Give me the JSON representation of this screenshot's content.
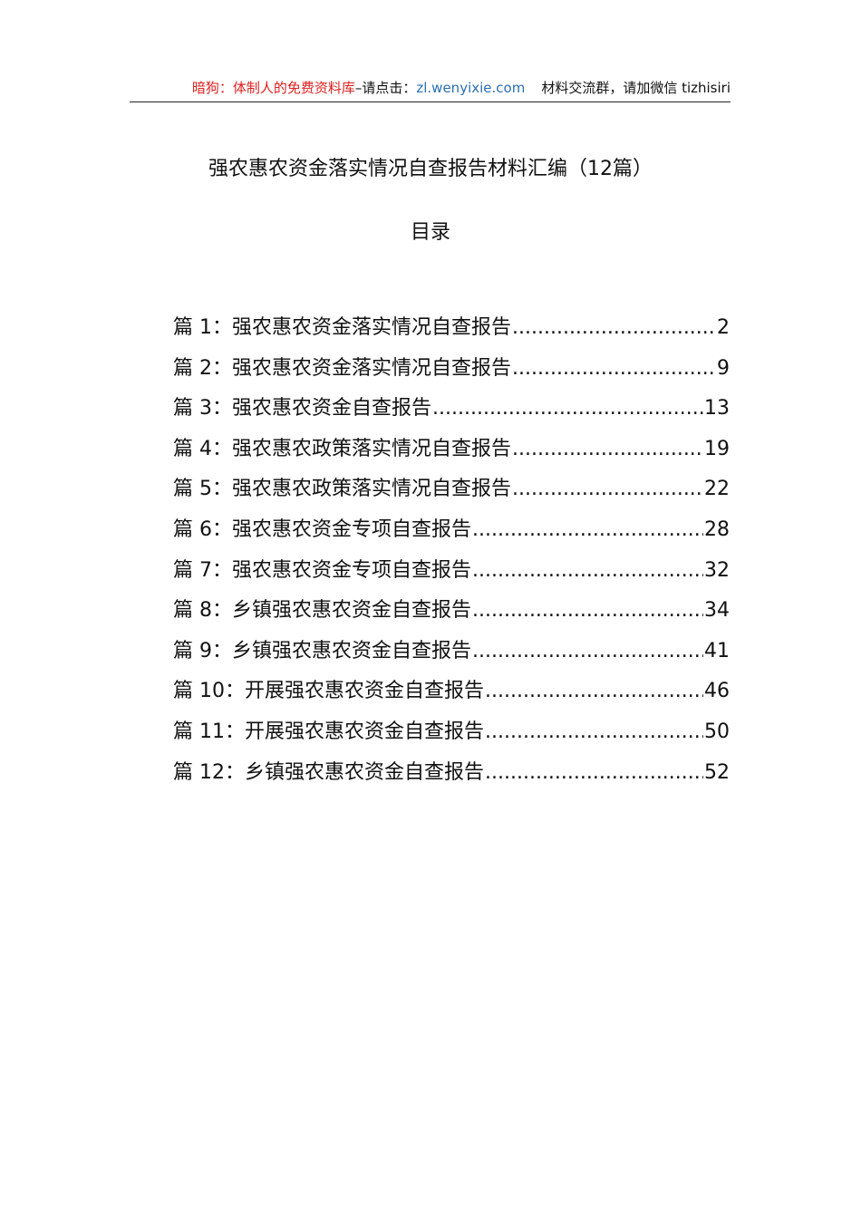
{
  "header": {
    "ad": "暗狗：体制人的免费资料库",
    "click": "–请点击：",
    "url": "zl.wenyixie.com",
    "wechat": "材料交流群，请加微信 tizhisiri"
  },
  "title": "强农惠农资金落实情况自查报告材料汇编（12篇）",
  "toc_heading": "目录",
  "toc": [
    {
      "label": "篇 1：强农惠农资金落实情况自查报告",
      "page": "2"
    },
    {
      "label": "篇 2：强农惠农资金落实情况自查报告",
      "page": "9"
    },
    {
      "label": "篇 3：强农惠农资金自查报告",
      "page": "13"
    },
    {
      "label": "篇 4：强农惠农政策落实情况自查报告",
      "page": "19"
    },
    {
      "label": "篇 5：强农惠农政策落实情况自查报告",
      "page": "22"
    },
    {
      "label": "篇 6：强农惠农资金专项自查报告",
      "page": "28"
    },
    {
      "label": "篇 7：强农惠农资金专项自查报告",
      "page": "32"
    },
    {
      "label": "篇 8：乡镇强农惠农资金自查报告",
      "page": "34"
    },
    {
      "label": "篇 9：乡镇强农惠农资金自查报告",
      "page": "41"
    },
    {
      "label": "篇 10：开展强农惠农资金自查报告",
      "page": "46"
    },
    {
      "label": "篇 11：开展强农惠农资金自查报告",
      "page": "50"
    },
    {
      "label": "篇 12：乡镇强农惠农资金自查报告",
      "page": "52"
    }
  ]
}
